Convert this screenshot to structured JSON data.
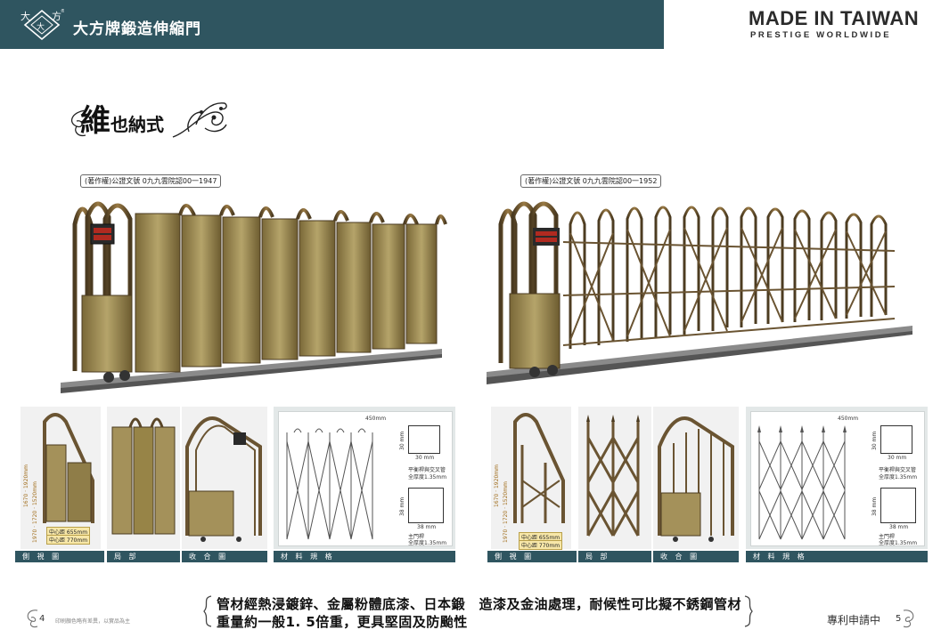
{
  "header": {
    "logo_chars": [
      "大",
      "大",
      "方",
      "®"
    ],
    "title": "大方牌鍛造伸縮門",
    "made_in": "MADE IN TAIWAN",
    "tagline": "PRESTIGE WORLDWIDE"
  },
  "style_title": {
    "big": "維",
    "rest": "也納式"
  },
  "gates": [
    {
      "copyright": "(著作權)公證文號 0九九雲院認00一1947",
      "type": "panel"
    },
    {
      "copyright": "(著作權)公證文號 0九九雲院認00一1952",
      "type": "lattice"
    }
  ],
  "sign_text": [
    "大方牌",
    "鍛造伸縮門"
  ],
  "left_set": {
    "height_dim": "1670 · 1920mm",
    "height_dim2": "1970 · 1720 · 1520mm",
    "center1": "中心距 655mm",
    "center2": "中心距 770mm",
    "spec": {
      "top": "450mm",
      "box1_side": "30 mm",
      "box1_bottom": "30 mm",
      "note1": [
        "平衡桿與交叉管",
        "全厚度1.35mm"
      ],
      "box2_side": "38 mm",
      "box2_bottom": "38 mm",
      "note2": [
        "主門桿",
        "全厚度1.35mm"
      ]
    },
    "labels": [
      "側 視 圖",
      "局 部",
      "收 合 圖",
      "材 料 規 格"
    ]
  },
  "right_set": {
    "height_dim": "1670 · 1920mm",
    "height_dim2": "1970 · 1720 · 1520mm",
    "center1": "中心距 655mm",
    "center2": "中心距 770mm",
    "spec": {
      "top": "450mm",
      "box1_side": "30 mm",
      "box1_bottom": "30 mm",
      "note1": [
        "平衡桿與交叉管",
        "全厚度1.35mm"
      ],
      "box2_side": "38 mm",
      "box2_bottom": "38 mm",
      "note2": [
        "主門桿",
        "全厚度1.35mm"
      ]
    },
    "labels": [
      "側 視 圖",
      "局 部",
      "收 合 圖",
      "材 料 規 格"
    ]
  },
  "footer": {
    "line1": "管材經熱浸鍍鋅、金屬粉體底漆、日本鍛　造漆及金油處理，耐候性可比擬不銹鋼管材",
    "line2": "重量約一般1. 5倍重，更具堅固及防颱性",
    "page_left": "4",
    "note": "印刷顏色略有差異，以實品為主",
    "patent": "專利申請中",
    "page_right": "5"
  },
  "colors": {
    "bar": "#2f5560",
    "bronze": "#8a6a3a",
    "panel": "#a4915a",
    "track": "#6e6e6e"
  }
}
